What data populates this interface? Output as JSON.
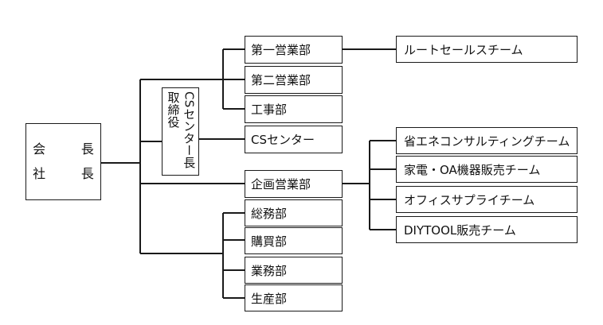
{
  "top": {
    "chairman": "会　長",
    "president": "社　長"
  },
  "cs_director": {
    "line1": "CSセンター長",
    "line2": "取締役"
  },
  "departments": {
    "sales1": "第一営業部",
    "sales2": "第二営業部",
    "construction": "工事部",
    "cs_center": "CSセンター",
    "planning_sales": "企画営業部",
    "general_affairs": "総務部",
    "purchasing": "購買部",
    "operations": "業務部",
    "production": "生産部"
  },
  "teams": {
    "route_sales": "ルートセールスチーム",
    "energy_consulting": "省エネコンサルティングチーム",
    "appliance_oa": "家電・OA機器販売チーム",
    "office_supply": "オフィスサプライチーム",
    "diytool": "DIYTOOL販売チーム"
  }
}
